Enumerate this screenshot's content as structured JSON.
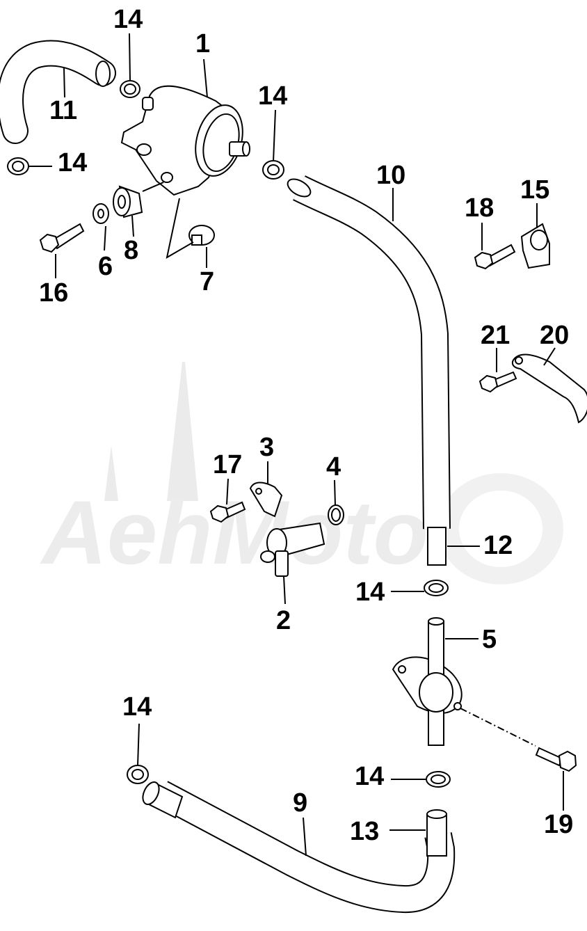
{
  "callouts": {
    "c1": "1",
    "c2": "2",
    "c3": "3",
    "c4": "4",
    "c5": "5",
    "c6": "6",
    "c7": "7",
    "c8": "8",
    "c9": "9",
    "c10": "10",
    "c11": "11",
    "c12": "12",
    "c13": "13",
    "c14a": "14",
    "c14b": "14",
    "c14c": "14",
    "c14d": "14",
    "c14e": "14",
    "c14f": "14",
    "c15": "15",
    "c16": "16",
    "c17": "17",
    "c18": "18",
    "c19": "19",
    "c20": "20",
    "c21": "21"
  },
  "watermark_text": "AehMoto"
}
